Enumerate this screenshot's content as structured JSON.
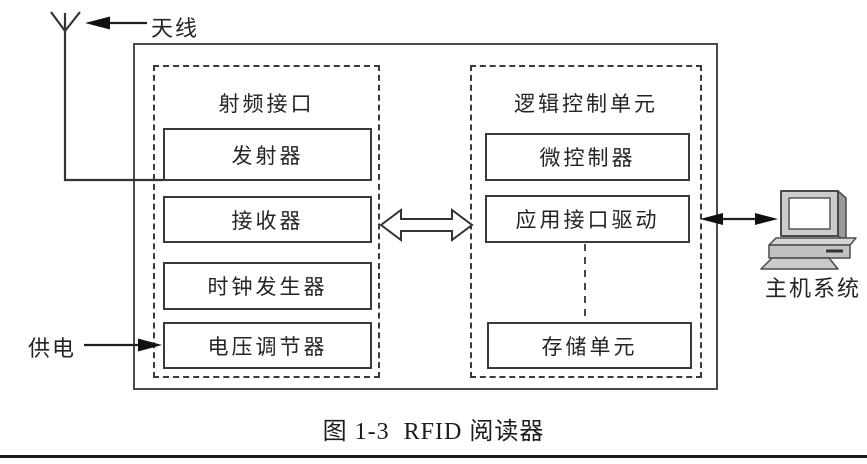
{
  "diagram": {
    "caption": "图 1-3  RFID 阅读器",
    "antenna_label": "天线",
    "power_label": "供电",
    "host_label": "主机系统",
    "rf_section": {
      "title": "射频接口",
      "blocks": [
        "发射器",
        "接收器",
        "时钟发生器",
        "电压调节器"
      ]
    },
    "logic_section": {
      "title": "逻辑控制单元",
      "blocks": [
        "微控制器",
        "应用接口驱动",
        "存储单元"
      ]
    }
  },
  "colors": {
    "background": "#ffffff",
    "line": "#3a3a3a",
    "text": "#242424",
    "computer_body": "#cccccc",
    "rule": "#1b1b1b"
  }
}
